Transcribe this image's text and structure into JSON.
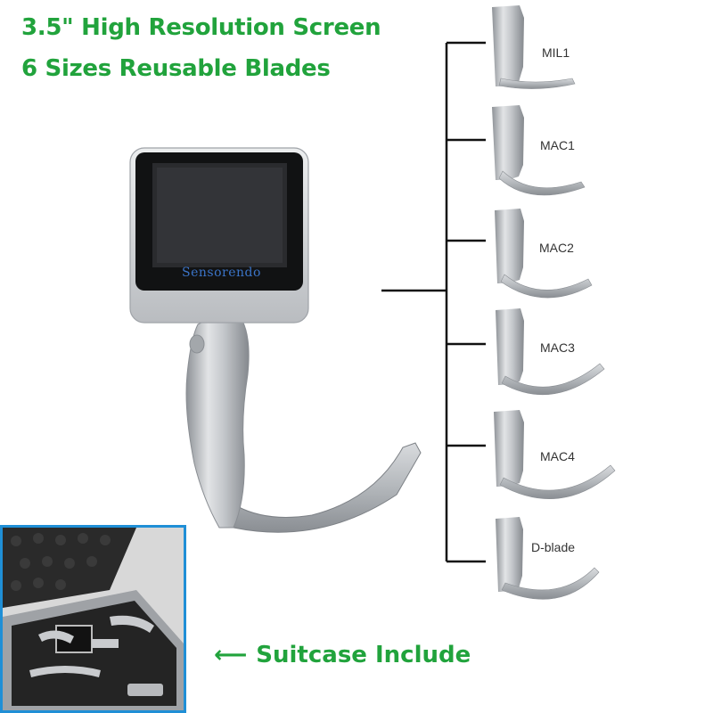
{
  "headline": {
    "line1": "3.5\" High Resolution Screen",
    "line2": "6 Sizes Reusable Blades"
  },
  "device": {
    "brand": "Sensorendo"
  },
  "blades": [
    {
      "label": "MIL1"
    },
    {
      "label": "MAC1"
    },
    {
      "label": "MAC2"
    },
    {
      "label": "MAC3"
    },
    {
      "label": "MAC4"
    },
    {
      "label": "D-blade"
    }
  ],
  "suitcase": {
    "arrow": "⟵",
    "caption": "Suitcase Include"
  },
  "colors": {
    "headline": "#21a33c",
    "brand_text": "#3b74c8",
    "inset_border": "#1f8fd6",
    "metal": "#b9bcc0"
  }
}
